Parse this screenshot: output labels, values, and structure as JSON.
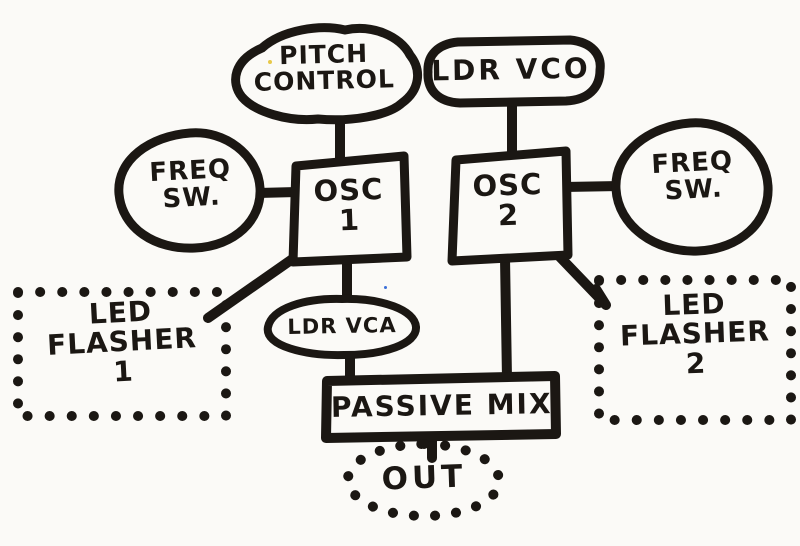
{
  "canvas": {
    "paper_color": "#fbfaf7",
    "ink_color": "#1b1713",
    "style": "hand-drawn marker sketch, block diagram of a synth circuit"
  },
  "nodes": {
    "pitch_control": {
      "line1": "PITCH",
      "line2": "CONTROL",
      "shape": "cloud-blob"
    },
    "ldr_vco": {
      "line1": "LDR VCO",
      "shape": "rounded-stadium"
    },
    "freq_sw_left": {
      "line1": "FREQ",
      "line2": "SW.",
      "shape": "circle-blob"
    },
    "osc_1": {
      "line1": "OSC",
      "line2": "1",
      "shape": "rectangle"
    },
    "osc_2": {
      "line1": "OSC",
      "line2": "2",
      "shape": "rectangle"
    },
    "freq_sw_right": {
      "line1": "FREQ",
      "line2": "SW.",
      "shape": "circle-blob"
    },
    "led_flasher_1": {
      "line1": "LED",
      "line2": "FLASHER",
      "line3": "1",
      "shape": "dotted-rectangle"
    },
    "ldr_vca": {
      "line1": "LDR VCA",
      "shape": "oval"
    },
    "passive_mix": {
      "line1": "PASSIVE MIX",
      "shape": "rectangle"
    },
    "led_flasher_2": {
      "line1": "LED",
      "line2": "FLASHER",
      "line3": "2",
      "shape": "dotted-rectangle"
    },
    "out": {
      "line1": "OUT",
      "shape": "dotted-oval"
    }
  },
  "connections": [
    {
      "from": "pitch_control",
      "to": "osc_1"
    },
    {
      "from": "ldr_vco",
      "to": "osc_2"
    },
    {
      "from": "freq_sw_left",
      "to": "osc_1"
    },
    {
      "from": "osc_2",
      "to": "freq_sw_right"
    },
    {
      "from": "osc_1",
      "to": "led_flasher_1"
    },
    {
      "from": "osc_1",
      "to": "ldr_vca"
    },
    {
      "from": "ldr_vca",
      "to": "passive_mix"
    },
    {
      "from": "osc_2",
      "to": "passive_mix"
    },
    {
      "from": "osc_2",
      "to": "led_flasher_2"
    },
    {
      "from": "passive_mix",
      "to": "out"
    }
  ]
}
